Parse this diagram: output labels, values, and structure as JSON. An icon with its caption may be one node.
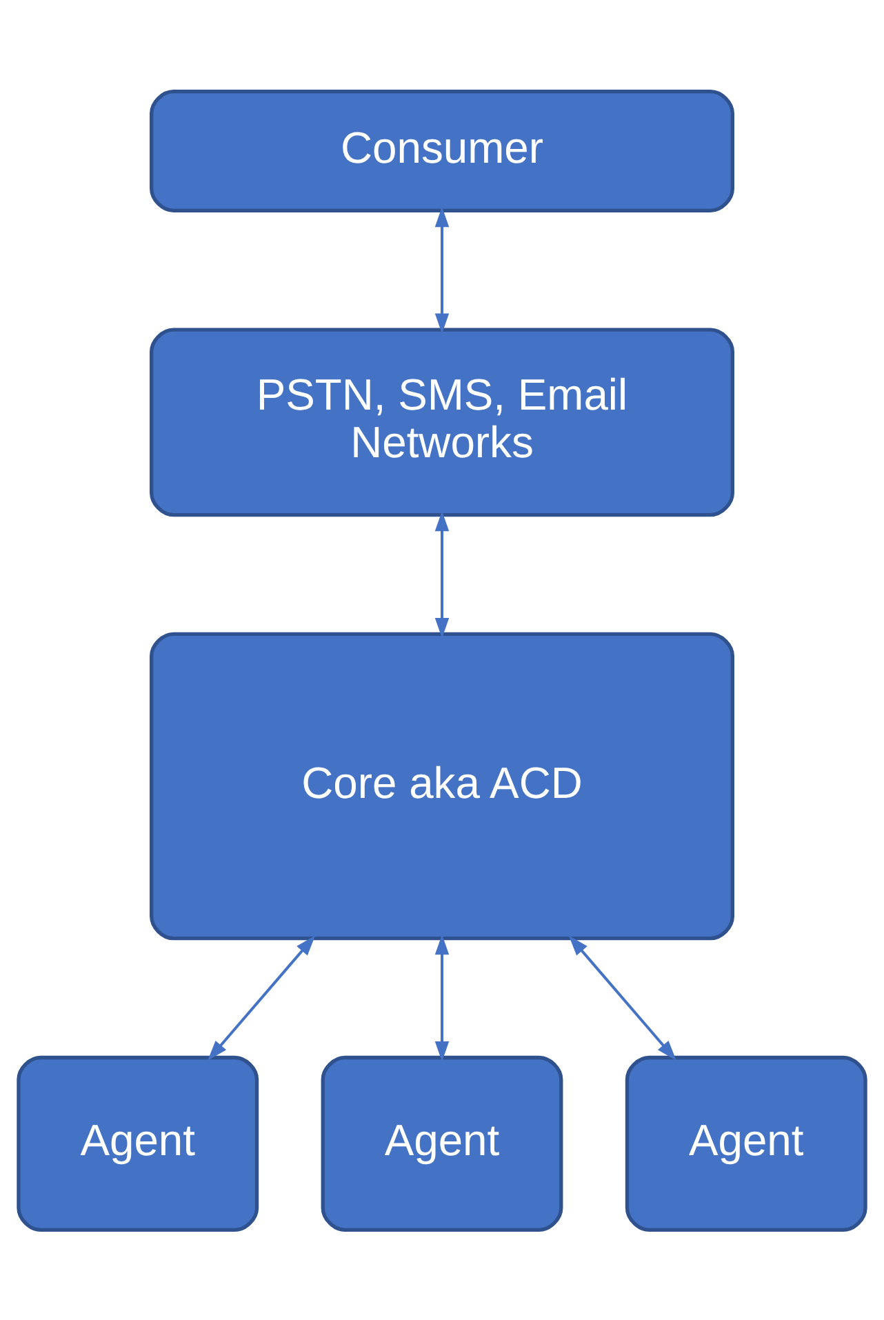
{
  "diagram": {
    "nodes": [
      {
        "text": [
          "Consumer"
        ]
      },
      {
        "text": [
          "PSTN, SMS, Email Networks"
        ]
      },
      {
        "text": [
          "Core aka ACD"
        ]
      },
      {
        "text": [
          "Agent"
        ]
      },
      {
        "text": [
          "Agent"
        ]
      },
      {
        "text": [
          "Agent"
        ]
      }
    ],
    "edges": [
      {
        "from": 0,
        "to": 1,
        "arrow": "both"
      },
      {
        "from": 1,
        "to": 2,
        "arrow": "both"
      },
      {
        "from": 2,
        "to": 3,
        "arrow": "both"
      },
      {
        "from": 2,
        "to": 4,
        "arrow": "both"
      },
      {
        "from": 2,
        "to": 5,
        "arrow": "both"
      }
    ]
  }
}
